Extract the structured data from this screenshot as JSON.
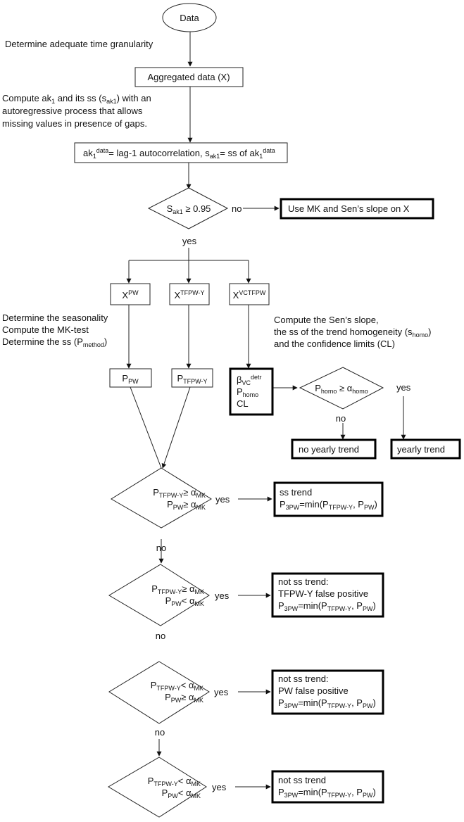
{
  "title": "Trend detection flowchart (3PW / VCTFPW)",
  "start": {
    "label": "Data"
  },
  "annotations": {
    "granularity": "Determine adequate time granularity",
    "compute_ak1": [
      "Compute ak|1|_ and its ss (s|ak1|_) with an",
      "autoregressive process that allows",
      "missing values in presence of gaps."
    ],
    "left_steps": [
      "Determine the seasonality",
      "Compute the MK-test",
      "Determine the ss (P|method|_)"
    ],
    "right_steps": [
      "Compute the Sen’s slope,",
      "the ss of the trend homogeneity (s|homo|_)",
      "and the confidence limits (CL)"
    ]
  },
  "boxes": {
    "aggregated": "Aggregated data (X)",
    "ak1": "ak|1|_|data|^= lag-1 autocorrelation, s|ak1|_= ss of ak|1|_|data|^",
    "use_mk": "Use MK and Sen’s slope on X",
    "x_pw": "X|PW|^",
    "x_tfpw": "X|TFPW-Y|^",
    "x_vctfpw": "X|VCTFPW|^",
    "p_pw": "P|PW|_",
    "p_tfpw": "P|TFPW-Y|_",
    "vc_block": [
      "β|VC|_|detr|^",
      "P|homo|_",
      "CL"
    ],
    "no_yearly": "no yearly trend",
    "yearly": "yearly trend"
  },
  "decisions": {
    "sak1": "S|ak1|_ ≥ 0.95",
    "homo": "P|homo|_ ≥ α|homo|_",
    "d1": [
      "P|TFPW-Y|_≥ α|MK|_",
      "P|PW|_≥ α|MK|_"
    ],
    "d2": [
      "P|TFPW-Y|_≥ α|MK|_",
      "P|PW|_< α|MK|_"
    ],
    "d3": [
      "P|TFPW-Y|_< α|MK|_",
      "P|PW|_≥ α|MK|_"
    ],
    "d4": [
      "P|TFPW-Y|_< α|MK|_",
      "P|PW|_< α|MK|_"
    ]
  },
  "outcomes": {
    "o1": [
      "ss trend",
      "P|3PW|_=min(P|TFPW-Y|_, P|PW|_)"
    ],
    "o2": [
      "not ss trend:",
      "TFPW-Y false positive",
      "P|3PW|_=min(P|TFPW-Y|_, P|PW|_)"
    ],
    "o3": [
      "not ss trend:",
      "PW false positive",
      "P|3PW|_=min(P|TFPW-Y|_, P|PW|_)"
    ],
    "o4": [
      "not ss trend",
      "P|3PW|_=min(P|TFPW-Y|_, P|PW|_)"
    ]
  },
  "branch_labels": {
    "yes": "yes",
    "no": "no"
  }
}
